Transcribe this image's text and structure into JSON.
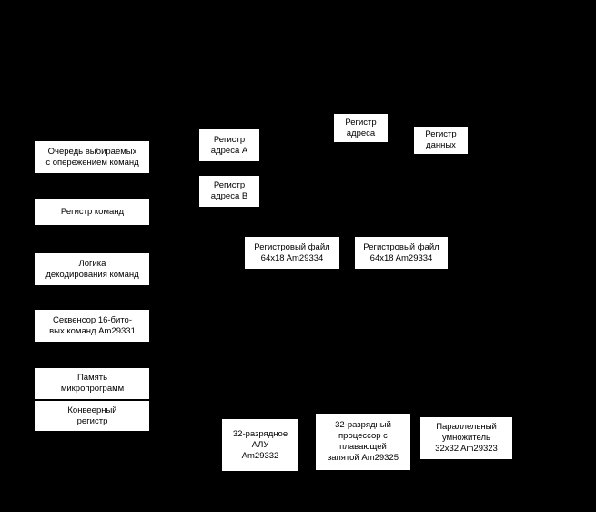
{
  "diagram": {
    "background_color": "#000000",
    "block_fill_color": "#ffffff",
    "block_text_color": "#000000",
    "blocks": {
      "prefetch_queue": {
        "label": "Очередь выбираемых\nс опережением команд"
      },
      "instruction_register": {
        "label": "Регистр команд"
      },
      "decode_logic": {
        "label": "Логика\nдекодирования команд"
      },
      "sequencer": {
        "label": "Секвенсор 16-бито-\nвых команд Am29331"
      },
      "microprogram_memory": {
        "label": "Память\nмикропрограмм"
      },
      "pipeline_register": {
        "label": "Конвеерный\nрегистр"
      },
      "address_register_a": {
        "label": "Регистр\nадреса A"
      },
      "address_register_b": {
        "label": "Регистр\nадреса B"
      },
      "address_register": {
        "label": "Регистр\nадреса"
      },
      "data_register": {
        "label": "Регистр\nданных"
      },
      "register_file_left": {
        "label": "Регистровый файл\n64x18 Am29334"
      },
      "register_file_right": {
        "label": "Регистровый файл\n64x18 Am29334"
      },
      "alu": {
        "label": "32-разрядное\nАЛУ\nAm29332"
      },
      "fpu": {
        "label": "32-разрядный\nпроцессор с\nплавающей\nзапятой Am29325"
      },
      "multiplier": {
        "label": "Параллельный\nумножитель\n32x32 Am29323"
      }
    }
  }
}
